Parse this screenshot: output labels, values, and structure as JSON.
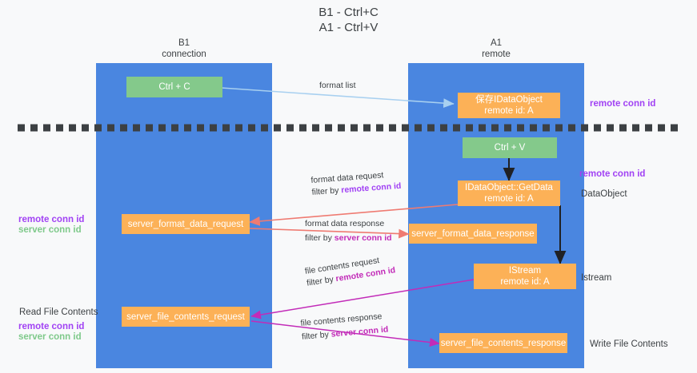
{
  "title": "B1 - Ctrl+C\nA1 - Ctrl+V",
  "columns": [
    {
      "id": "b1",
      "header": "B1\nconnection"
    },
    {
      "id": "a1",
      "header": "A1\nremote"
    }
  ],
  "boxes": {
    "ctrl_c": "Ctrl + C",
    "save_idataobject": "保存IDataObject\nremote id: A",
    "ctrl_v": "Ctrl + V",
    "getdata": "IDataObject::GetData\nremote id: A",
    "server_format_data_request": "server_format_data_request",
    "server_format_data_response": "server_format_data_response",
    "istream": "IStream\nremote id: A",
    "server_file_contents_request": "server_file_contents_request",
    "server_file_contents_response": "server_file_contents_response"
  },
  "edges": {
    "format_list": "format list",
    "format_data_request": "format data request",
    "format_data_request_filter_prefix": "filter by ",
    "format_data_request_filter_key": "remote conn id",
    "format_data_response": "format data response",
    "format_data_response_filter_prefix": "filter by ",
    "format_data_response_filter_key": "server conn id",
    "file_contents_request": "file contents request",
    "file_contents_request_filter_prefix": "filter by ",
    "file_contents_request_filter_key": "remote conn id",
    "file_contents_response": "file contents response",
    "file_contents_response_filter_prefix": "filter by ",
    "file_contents_response_filter_key": "server conn id"
  },
  "annotations": {
    "right_remote_conn_id_top": "remote conn id",
    "right_remote_conn_id_mid": "remote conn id",
    "right_dataobject": "DataObject",
    "right_istream": "Istream",
    "right_write_file_contents": "Write File Contents",
    "left_remote_conn_id": "remote conn id",
    "left_server_conn_id": "server conn id",
    "left_read_file_contents": "Read File Contents",
    "left_remote_conn_id_2": "remote conn id",
    "left_server_conn_id_2": "server conn id"
  },
  "colors": {
    "lane": "#4a86e0",
    "green_box": "#84c98b",
    "orange_box": "#fcb157",
    "arrow_blue": "#a8d0f0",
    "arrow_red": "#ef7b72",
    "arrow_magenta": "#c22bb8",
    "arrow_black": "#202124",
    "divider": "#3c4043",
    "key_remote": "#a142f4",
    "key_server": "#7ec98a",
    "background": "#f8f9fa"
  }
}
